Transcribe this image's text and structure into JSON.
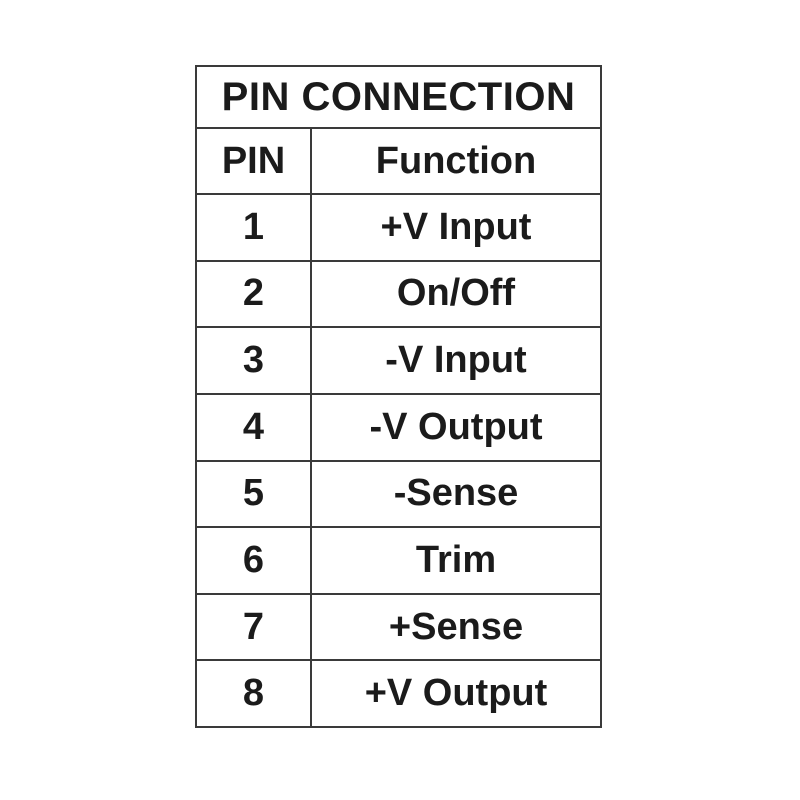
{
  "table": {
    "title": "PIN CONNECTION",
    "headers": [
      "PIN",
      "Function"
    ],
    "rows": [
      {
        "pin": "1",
        "function": "+V Input"
      },
      {
        "pin": "2",
        "function": "On/Off"
      },
      {
        "pin": "3",
        "function": "-V Input"
      },
      {
        "pin": "4",
        "function": "-V Output"
      },
      {
        "pin": "5",
        "function": "-Sense"
      },
      {
        "pin": "6",
        "function": "Trim"
      },
      {
        "pin": "7",
        "function": "+Sense"
      },
      {
        "pin": "8",
        "function": "+V Output"
      }
    ],
    "colors": {
      "border": "#3a3a3a",
      "text": "#1b1b1b",
      "background": "#ffffff"
    }
  }
}
